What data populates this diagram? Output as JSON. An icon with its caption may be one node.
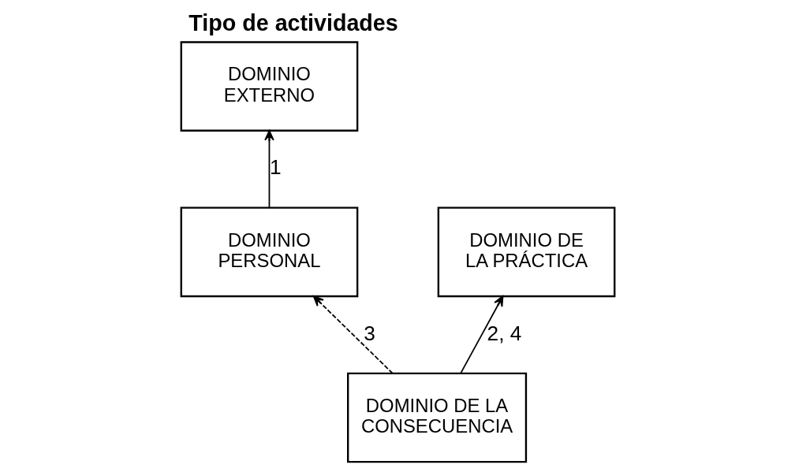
{
  "diagram": {
    "title": "Tipo de actividades",
    "nodes": [
      {
        "text": [
          "DOMINIO EXTERNO"
        ]
      },
      {
        "text": [
          "DOMINIO PERSONAL"
        ]
      },
      {
        "text": [
          "DOMINIO DE LA PRÁCTICA"
        ]
      },
      {
        "text": [
          "DOMINIO DE LA CONSECUENCIA"
        ]
      }
    ],
    "edges": [
      {
        "from": 1,
        "to": 0,
        "arrow": "to",
        "label": "1"
      },
      {
        "from": 3,
        "to": 2,
        "arrow": "to",
        "label": "2, 4"
      },
      {
        "from": 3,
        "to": 1,
        "arrow": "to",
        "label": "3",
        "style": "dashed"
      }
    ]
  }
}
